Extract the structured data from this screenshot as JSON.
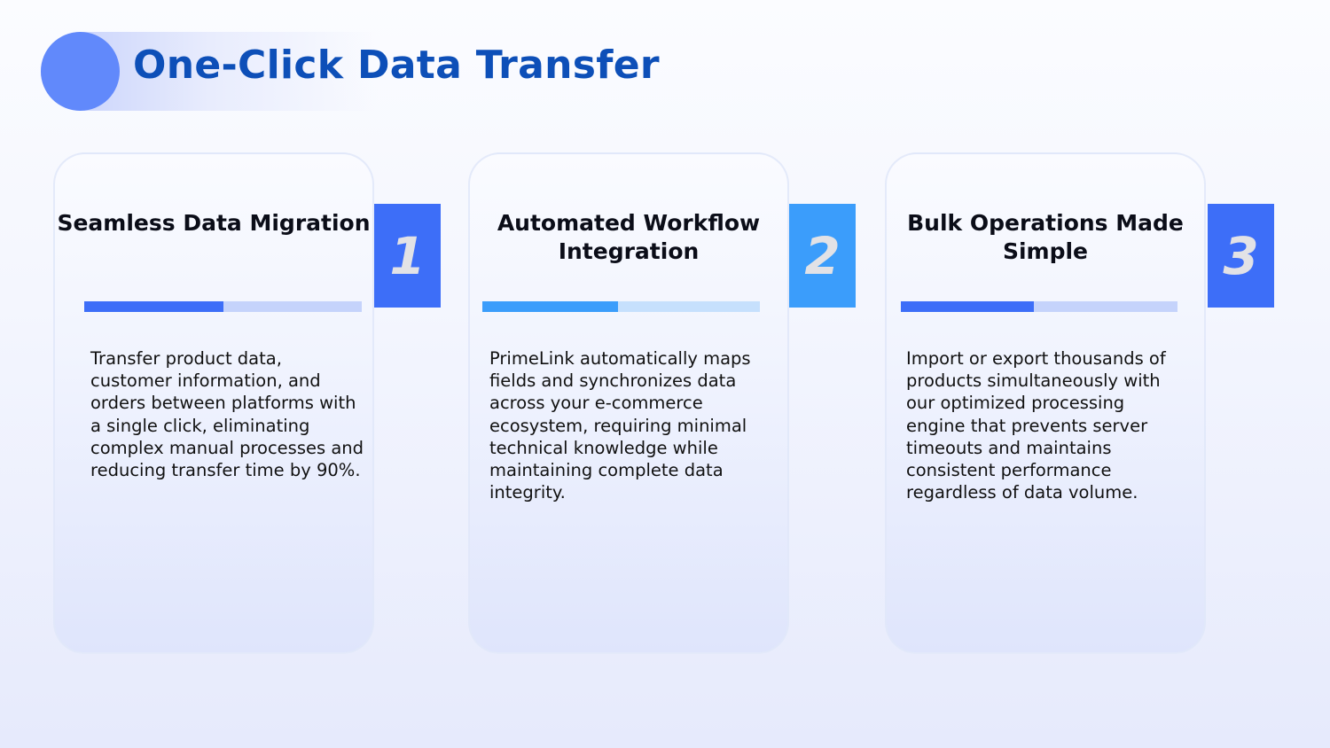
{
  "title": "One-Click Data Transfer",
  "cards": [
    {
      "number": "1",
      "title": "Seamless Data Migration",
      "progress": 0.5,
      "accent": "#3d6ef8",
      "track": "#c5d3fb",
      "body": "Transfer product data, customer information, and orders between platforms with a single click, eliminating complex manual processes and reducing transfer time by 90%."
    },
    {
      "number": "2",
      "title": "Automated Workflow Integration",
      "progress": 0.49,
      "accent": "#3b9dfb",
      "track": "#c6e0fd",
      "body": "PrimeLink automatically maps fields and synchronizes data across your e-commerce ecosystem, requiring minimal technical knowledge while maintaining complete data integrity."
    },
    {
      "number": "3",
      "title": "Bulk Operations Made Simple",
      "progress": 0.48,
      "accent": "#3d6ef8",
      "track": "#c5d3fb",
      "body": "Import or export thousands of products simultaneously with our optimized processing engine that prevents server timeouts and maintains consistent performance regardless of data volume."
    }
  ]
}
